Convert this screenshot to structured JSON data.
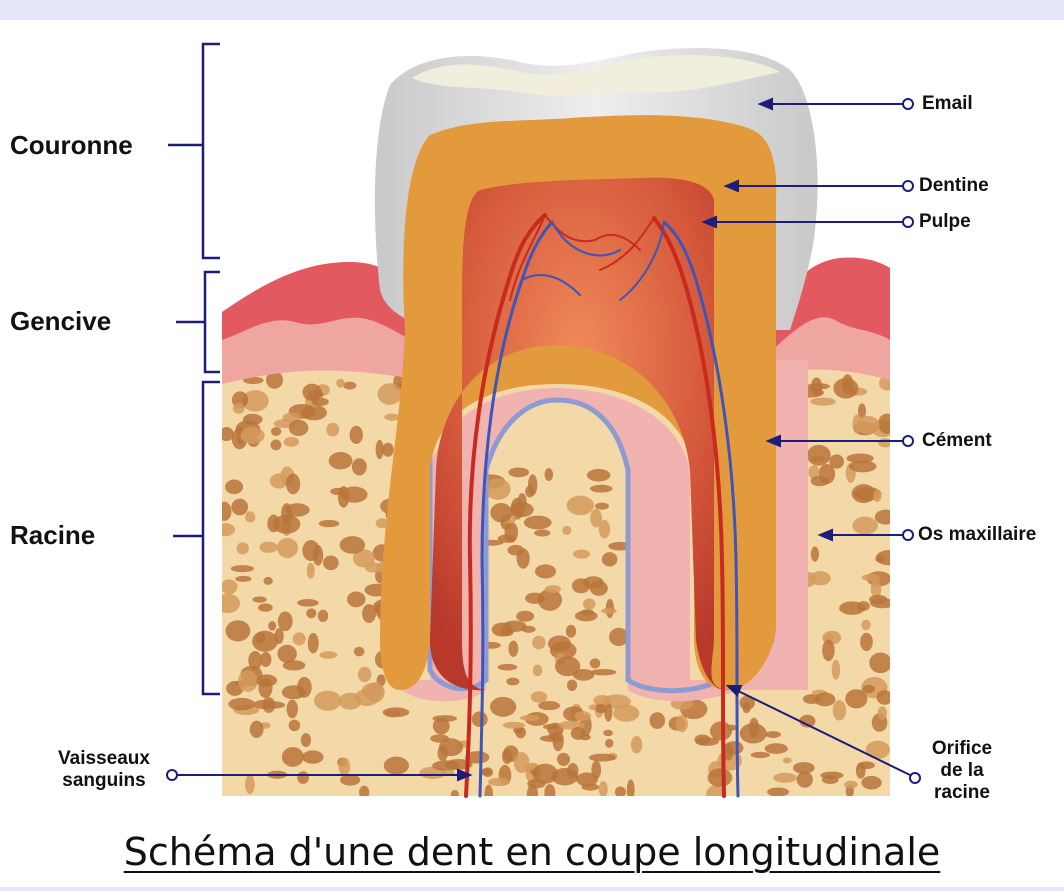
{
  "regions": {
    "crown": "Couronne",
    "gum": "Gencive",
    "root": "Racine"
  },
  "structures": {
    "enamel": "Email",
    "dentin": "Dentine",
    "pulp": "Pulpe",
    "cementum": "Cément",
    "jaw_bone": "Os maxillaire",
    "vessels_line1": "Vaisseaux",
    "vessels_line2": "sanguins",
    "root_opening_line1": "Orifice",
    "root_opening_line2": "de la",
    "root_opening_line3": "racine"
  },
  "caption": "Schéma d'une dent en coupe longitudinale",
  "colors": {
    "leader": "#1c1c7a",
    "enamel": "#dadada",
    "dentin": "#e39a3c",
    "pulp": "#cf5038",
    "gum": "#e25a60",
    "bone": "#f4d9a8",
    "bone_pore": "#b8743a",
    "membrane": "#9aa6d8",
    "vessel_artery": "#c92a1f",
    "vessel_vein": "#3d55b8"
  }
}
